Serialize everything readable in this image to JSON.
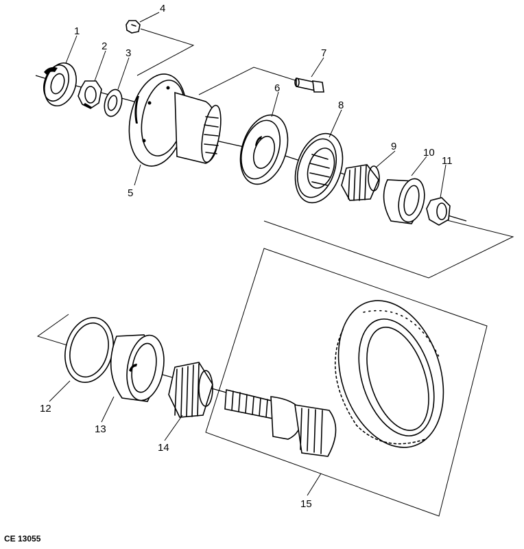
{
  "callouts": [
    "1",
    "2",
    "3",
    "4",
    "5",
    "6",
    "7",
    "8",
    "9",
    "10",
    "11",
    "12",
    "13",
    "14",
    "15"
  ],
  "figure_code": "CE 13055"
}
